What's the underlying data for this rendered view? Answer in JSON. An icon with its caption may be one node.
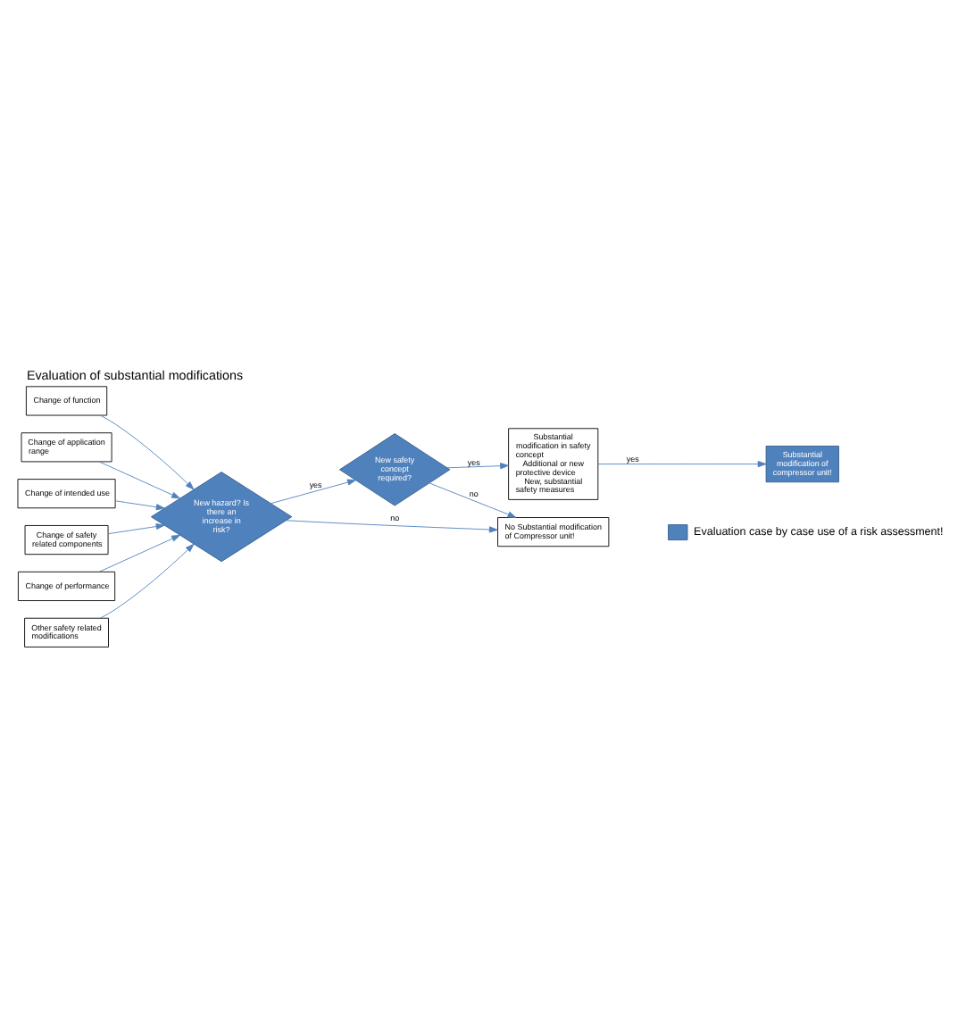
{
  "diagram": {
    "title": "Evaluation of substantial modifications",
    "nodes": [
      {
        "text": [
          "Change of function"
        ]
      },
      {
        "text": [
          "Change of application range"
        ]
      },
      {
        "text": [
          "Change of intended use"
        ]
      },
      {
        "text": [
          "Change of safety related components"
        ]
      },
      {
        "text": [
          "Change of performance"
        ]
      },
      {
        "text": [
          "Other safety related modifications"
        ]
      },
      {
        "text": [
          "New hazard? Is there an increase in risk?"
        ]
      },
      {
        "text": [
          "New safety concept required?"
        ]
      },
      {
        "text": [
          "Substantial modification in safety concept",
          "Additional or new protective device",
          "New, substantial safety measures"
        ]
      },
      {
        "text": [
          "Substantial modification of compressor unit!"
        ]
      },
      {
        "text": [
          "No Substantial modification of Compressor unit!"
        ]
      }
    ],
    "edges": [
      {
        "from": 0,
        "to": 6,
        "arrow": "to"
      },
      {
        "from": 1,
        "to": 6,
        "arrow": "to"
      },
      {
        "from": 2,
        "to": 6,
        "arrow": "to"
      },
      {
        "from": 3,
        "to": 6,
        "arrow": "to"
      },
      {
        "from": 4,
        "to": 6,
        "arrow": "to"
      },
      {
        "from": 5,
        "to": 6,
        "arrow": "to"
      },
      {
        "from": 6,
        "to": 7,
        "arrow": "to",
        "label": "yes"
      },
      {
        "from": 7,
        "to": 8,
        "arrow": "to",
        "label": "yes"
      },
      {
        "from": 8,
        "to": 9,
        "arrow": "to",
        "label": "yes"
      },
      {
        "from": 6,
        "to": 10,
        "arrow": "to",
        "label": "no"
      },
      {
        "from": 7,
        "to": 10,
        "arrow": "to",
        "label": "no"
      }
    ],
    "legend": [
      {
        "text": "Evaluation case by case use of a risk assessment!",
        "color": "#4f81bd"
      }
    ]
  }
}
